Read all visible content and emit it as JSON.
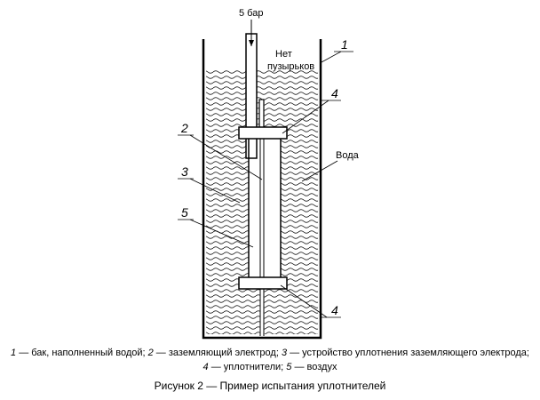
{
  "diagram": {
    "pressure_label": "5 бар",
    "no_bubbles_label_line1": "Нет",
    "no_bubbles_label_line2": "пузырьков",
    "water_label": "Вода",
    "callouts": [
      "1",
      "4",
      "2",
      "3",
      "5",
      "4"
    ]
  },
  "legend": {
    "line1": [
      {
        "num": "1",
        "text": " — бак, наполненный водой; "
      },
      {
        "num": "2",
        "text": " — заземляющий электрод; "
      },
      {
        "num": "3",
        "text": " — устройство уплотнения заземляющего электрода;"
      }
    ],
    "line2": [
      {
        "num": "4",
        "text": " — уплотнители; "
      },
      {
        "num": "5",
        "text": " — воздух"
      }
    ]
  },
  "caption": "Рисунок 2 — Пример испытания уплотнителей"
}
